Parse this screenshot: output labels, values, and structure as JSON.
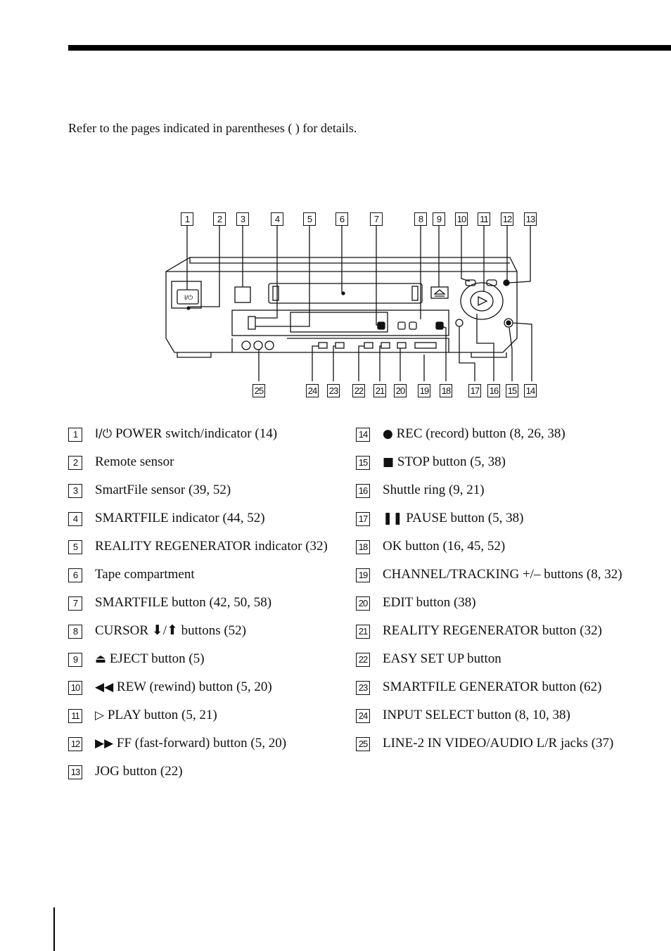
{
  "intro": "Refer to the pages indicated in parentheses ( ) for details.",
  "diagram": {
    "callouts_top": [
      "1",
      "2",
      "3",
      "4",
      "5",
      "6",
      "7",
      "8",
      "9",
      "10",
      "11",
      "12",
      "13"
    ],
    "callouts_bottom": [
      "25",
      "24",
      "23",
      "22",
      "21",
      "20",
      "19",
      "18",
      "17",
      "16",
      "15",
      "14"
    ],
    "power_label": "I/⏻"
  },
  "left_items": [
    {
      "num": "1",
      "symbol": "I/⏻",
      "text": "POWER switch/indicator (14)"
    },
    {
      "num": "2",
      "symbol": "",
      "text": "Remote sensor"
    },
    {
      "num": "3",
      "symbol": "",
      "text": "SmartFile sensor (39, 52)"
    },
    {
      "num": "4",
      "symbol": "",
      "text": "SMARTFILE indicator (44, 52)"
    },
    {
      "num": "5",
      "symbol": "",
      "text": "REALITY REGENERATOR indicator (32)"
    },
    {
      "num": "6",
      "symbol": "",
      "text": "Tape compartment"
    },
    {
      "num": "7",
      "symbol": "",
      "text": "SMARTFILE button (42, 50, 58)"
    },
    {
      "num": "8",
      "symbol": "",
      "text": "CURSOR ⬇/⬆ buttons (52)"
    },
    {
      "num": "9",
      "symbol": "⏏",
      "text": "EJECT button (5)"
    },
    {
      "num": "10",
      "symbol": "◀◀",
      "text": "REW (rewind) button (5, 20)"
    },
    {
      "num": "11",
      "symbol": "▷",
      "text": "PLAY button (5, 21)"
    },
    {
      "num": "12",
      "symbol": "▶▶",
      "text": "FF (fast-forward) button (5, 20)"
    },
    {
      "num": "13",
      "symbol": "",
      "text": "JOG button (22)"
    }
  ],
  "right_items": [
    {
      "num": "14",
      "symbol": "●",
      "text": "REC (record) button (8, 26, 38)"
    },
    {
      "num": "15",
      "symbol": "■",
      "text": "STOP button (5, 38)"
    },
    {
      "num": "16",
      "symbol": "",
      "text": "Shuttle ring (9, 21)"
    },
    {
      "num": "17",
      "symbol": "❚❚",
      "text": "PAUSE button (5, 38)"
    },
    {
      "num": "18",
      "symbol": "",
      "text": "OK button (16, 45, 52)"
    },
    {
      "num": "19",
      "symbol": "",
      "text": "CHANNEL/TRACKING +/– buttons (8, 32)"
    },
    {
      "num": "20",
      "symbol": "",
      "text": "EDIT button (38)"
    },
    {
      "num": "21",
      "symbol": "",
      "text": "REALITY REGENERATOR button (32)"
    },
    {
      "num": "22",
      "symbol": "",
      "text": "EASY SET UP button"
    },
    {
      "num": "23",
      "symbol": "",
      "text": "SMARTFILE GENERATOR button (62)"
    },
    {
      "num": "24",
      "symbol": "",
      "text": "INPUT SELECT button (8, 10, 38)"
    },
    {
      "num": "25",
      "symbol": "",
      "text": "LINE-2 IN VIDEO/AUDIO L/R jacks (37)"
    }
  ]
}
